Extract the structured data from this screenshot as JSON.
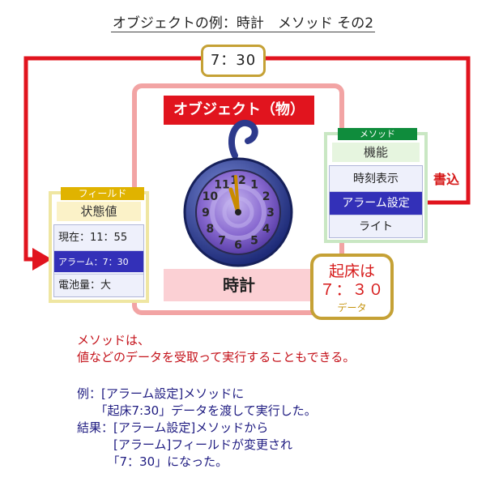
{
  "title": "オブジェクトの例：時計　メソッド その2",
  "badge_value": "7：30",
  "object": {
    "title": "オブジェクト（物）",
    "name": "時計"
  },
  "field": {
    "tag": "フィールド",
    "heading": "状態値",
    "rows": [
      "現在：11：55",
      "アラーム：7：30",
      "電池量：大"
    ]
  },
  "method": {
    "tag": "メソッド",
    "heading": "機能",
    "rows": [
      "時刻表示",
      "アラーム設定",
      "ライト"
    ]
  },
  "write_label": "書込",
  "data_badge": {
    "line1": "起床は",
    "line2": "７：３０",
    "line3": "データ"
  },
  "clock_numbers": [
    "12",
    "1",
    "2",
    "3",
    "4",
    "5",
    "6",
    "7",
    "8",
    "9",
    "10",
    "11"
  ],
  "notes": {
    "red": [
      "メソッドは、",
      "値などのデータを受取って実行することもできる。"
    ],
    "example": [
      "例：[アラーム設定]メソッドに",
      "　　「起床7:30」データを渡して実行した。",
      "結果：[アラーム設定]メソッドから",
      "　　　[アラーム]フィールドが変更され",
      "　　　「7：30」になった。"
    ]
  },
  "colors": {
    "accent_red": "#e1141e",
    "navy": "#3330b8",
    "gold": "#c5a135",
    "green": "#0f8c3c"
  }
}
